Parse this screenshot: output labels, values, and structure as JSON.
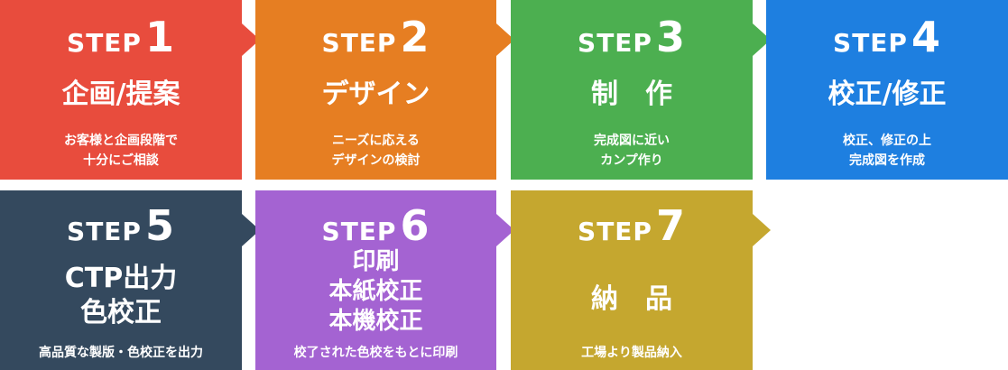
{
  "steps": [
    {
      "word": "STEP",
      "num": "1",
      "title_lines": [
        "企画/提案"
      ],
      "desc_lines": [
        "お客様と企画段階で",
        "十分にご相談"
      ],
      "color": "#E84C3D"
    },
    {
      "word": "STEP",
      "num": "2",
      "title_lines": [
        "デザイン"
      ],
      "desc_lines": [
        "ニーズに応える",
        "デザインの検討"
      ],
      "color": "#E67E22"
    },
    {
      "word": "STEP",
      "num": "3",
      "title_lines": [
        "制　作"
      ],
      "desc_lines": [
        "完成図に近い",
        "カンプ作り"
      ],
      "color": "#4CAF50"
    },
    {
      "word": "STEP",
      "num": "4",
      "title_lines": [
        "校正/修正"
      ],
      "desc_lines": [
        "校正、修正の上",
        "完成図を作成"
      ],
      "color": "#1E7FE0"
    },
    {
      "word": "STEP",
      "num": "5",
      "title_lines": [
        "CTP出力",
        "色校正"
      ],
      "desc_lines": [
        "高品質な製版・色校正を出力"
      ],
      "color": "#34495E"
    },
    {
      "word": "STEP",
      "num": "6",
      "title_lines": [
        "印刷",
        "本紙校正",
        "本機校正"
      ],
      "desc_lines": [
        "校了された色校をもとに印刷"
      ],
      "color": "#A463D2"
    },
    {
      "word": "STEP",
      "num": "7",
      "title_lines": [
        "納　品"
      ],
      "desc_lines": [
        "工場より製品納入"
      ],
      "color": "#C5A72F"
    }
  ]
}
